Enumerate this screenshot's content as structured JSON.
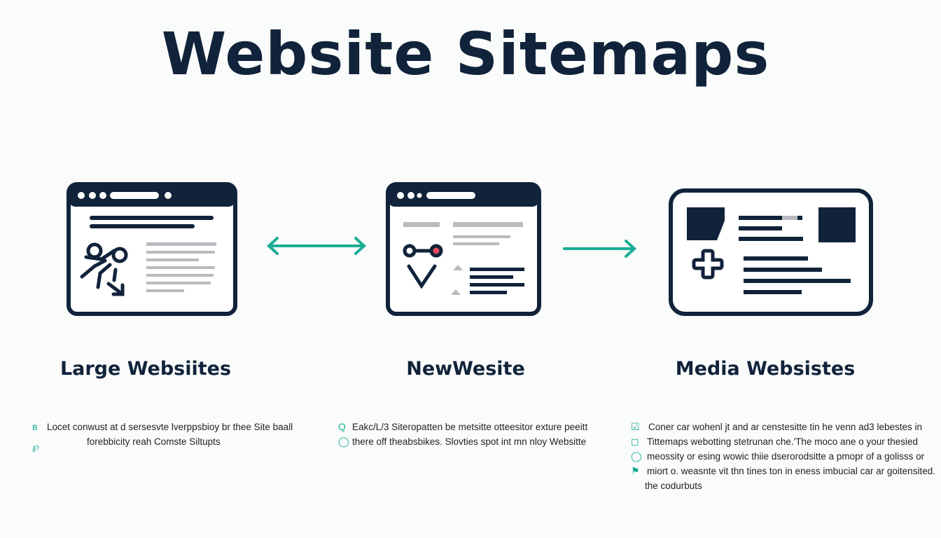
{
  "title": "Website Sitemaps",
  "colors": {
    "navy": "#10233a",
    "teal": "#1aae94",
    "gray": "#b8bcc1",
    "accent_red": "#e8485f"
  },
  "columns": [
    {
      "label": "Large Websiites",
      "icon": "browser-window-with-running-figure-icon",
      "lines": [
        "Locet conwust at d sersesvte lverppsbioy br thee Site baall",
        "forebbicity reah Comste Siltupts"
      ]
    },
    {
      "label": "NewWesite",
      "icon": "browser-window-with-node-connection-icon",
      "lines": [
        "Eakc/L/3 Siteropatten be metsitte otteesitor exture peeitt",
        "there off theabsbikes. Slovties spot int mn nloy Websitte"
      ]
    },
    {
      "label": "Media Websistes",
      "icon": "media-card-with-plus-icon",
      "lines": [
        "Coner car wohenl jt and ar censtesitte tin he venn ad3 lebestes in",
        "Tittemaps webotting stetrunan che.'The moco ane o your thesied",
        "meossity or esing wowic thiie dserorodsitte a pmopr of a golisss or",
        "miort o. weasnte vit thn tines ton in eness imbucial car ar goitensited.",
        "the codurbuts"
      ]
    }
  ],
  "connectors": [
    "double-arrow-icon",
    "right-arrow-icon"
  ]
}
